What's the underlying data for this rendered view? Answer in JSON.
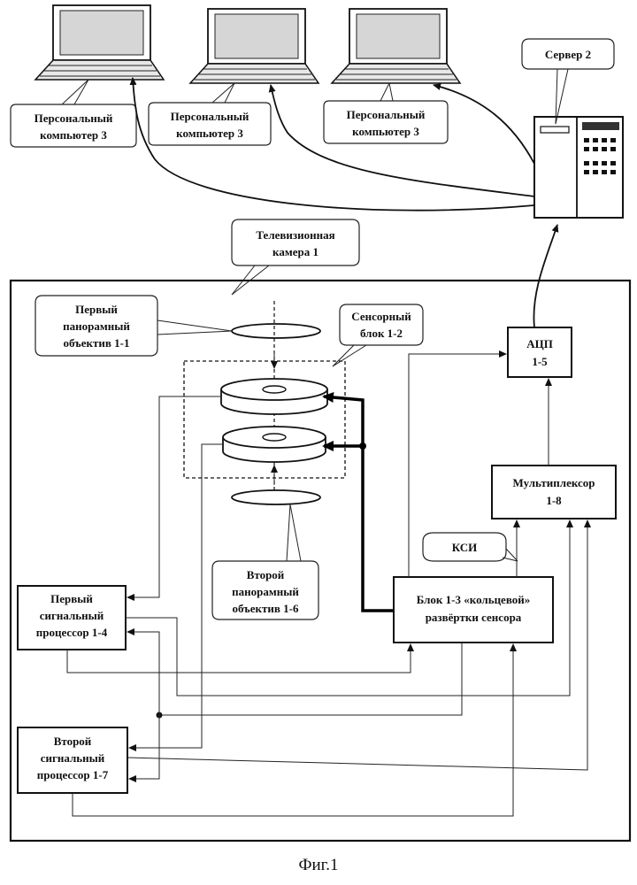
{
  "diagram": {
    "labels": {
      "server": "Сервер 2",
      "pc1_a": "Персональный",
      "pc1_b": "компьютер 3",
      "pc2_a": "Персональный",
      "pc2_b": "компьютер 3",
      "pc3_a": "Персональный",
      "pc3_b": "компьютер 3",
      "camera_a": "Телевизионная",
      "camera_b": "камера 1",
      "lens1_a": "Первый",
      "lens1_b": "панорамный",
      "lens1_c": "объектив 1-1",
      "sensor_a": "Сенсорный",
      "sensor_b": "блок 1-2",
      "adc_a": "АЦП",
      "adc_b": "1-5",
      "mux_a": "Мультиплексор",
      "mux_b": "1-8",
      "ksi": "КСИ",
      "lens2_a": "Второй",
      "lens2_b": "панорамный",
      "lens2_c": "объектив  1-6",
      "scan_a": "Блок 1-3 «кольцевой»",
      "scan_b": "развёртки сенсора",
      "proc1_a": "Первый",
      "proc1_b": "сигнальный",
      "proc1_c": "процессор 1-4",
      "proc2_a": "Второй",
      "proc2_b": "сигнальный",
      "proc2_c": "процессор 1-7"
    },
    "caption": "Фиг.1"
  }
}
